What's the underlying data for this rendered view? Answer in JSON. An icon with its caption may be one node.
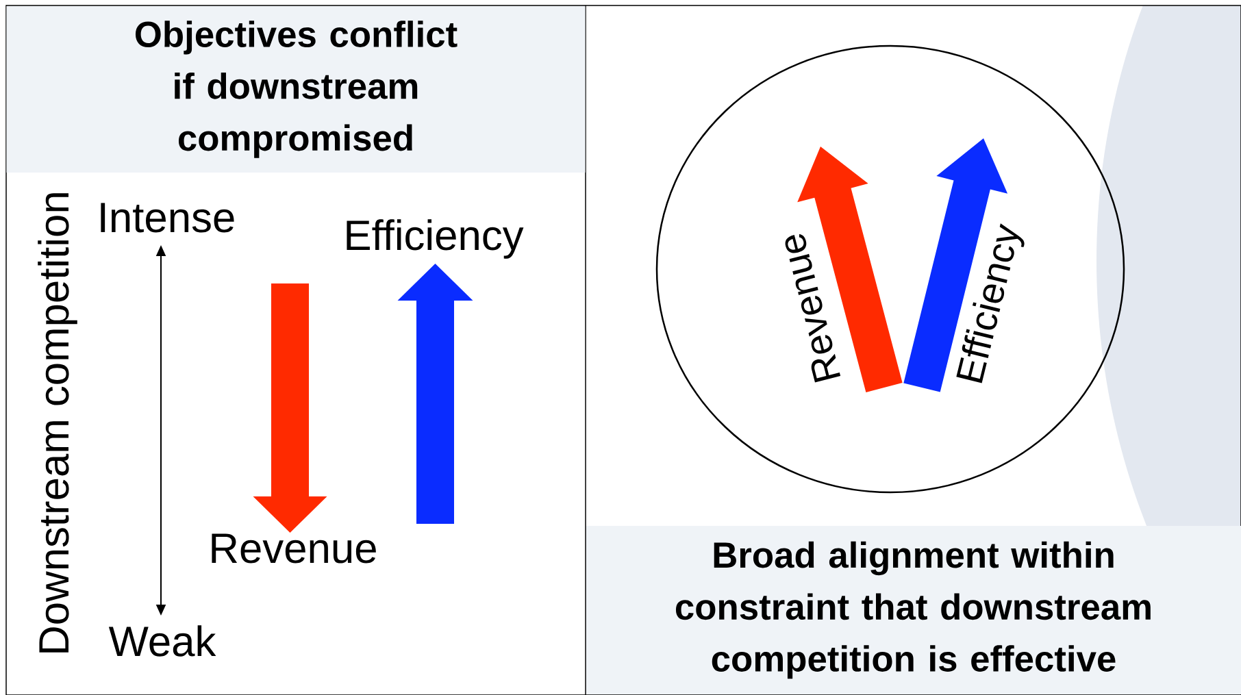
{
  "diagram": {
    "nodes": [
      {
        "text": [
          "Objectives conflict if downstream compromised"
        ]
      },
      {
        "text": [
          "Revenue",
          "Efficiency"
        ]
      },
      {
        "text": [
          "Broad alignment within constraint that downstream competition is effective"
        ]
      }
    ],
    "labels": [
      "Downstream competition",
      "Intense",
      "Efficiency",
      "Revenue",
      "Weak"
    ]
  }
}
